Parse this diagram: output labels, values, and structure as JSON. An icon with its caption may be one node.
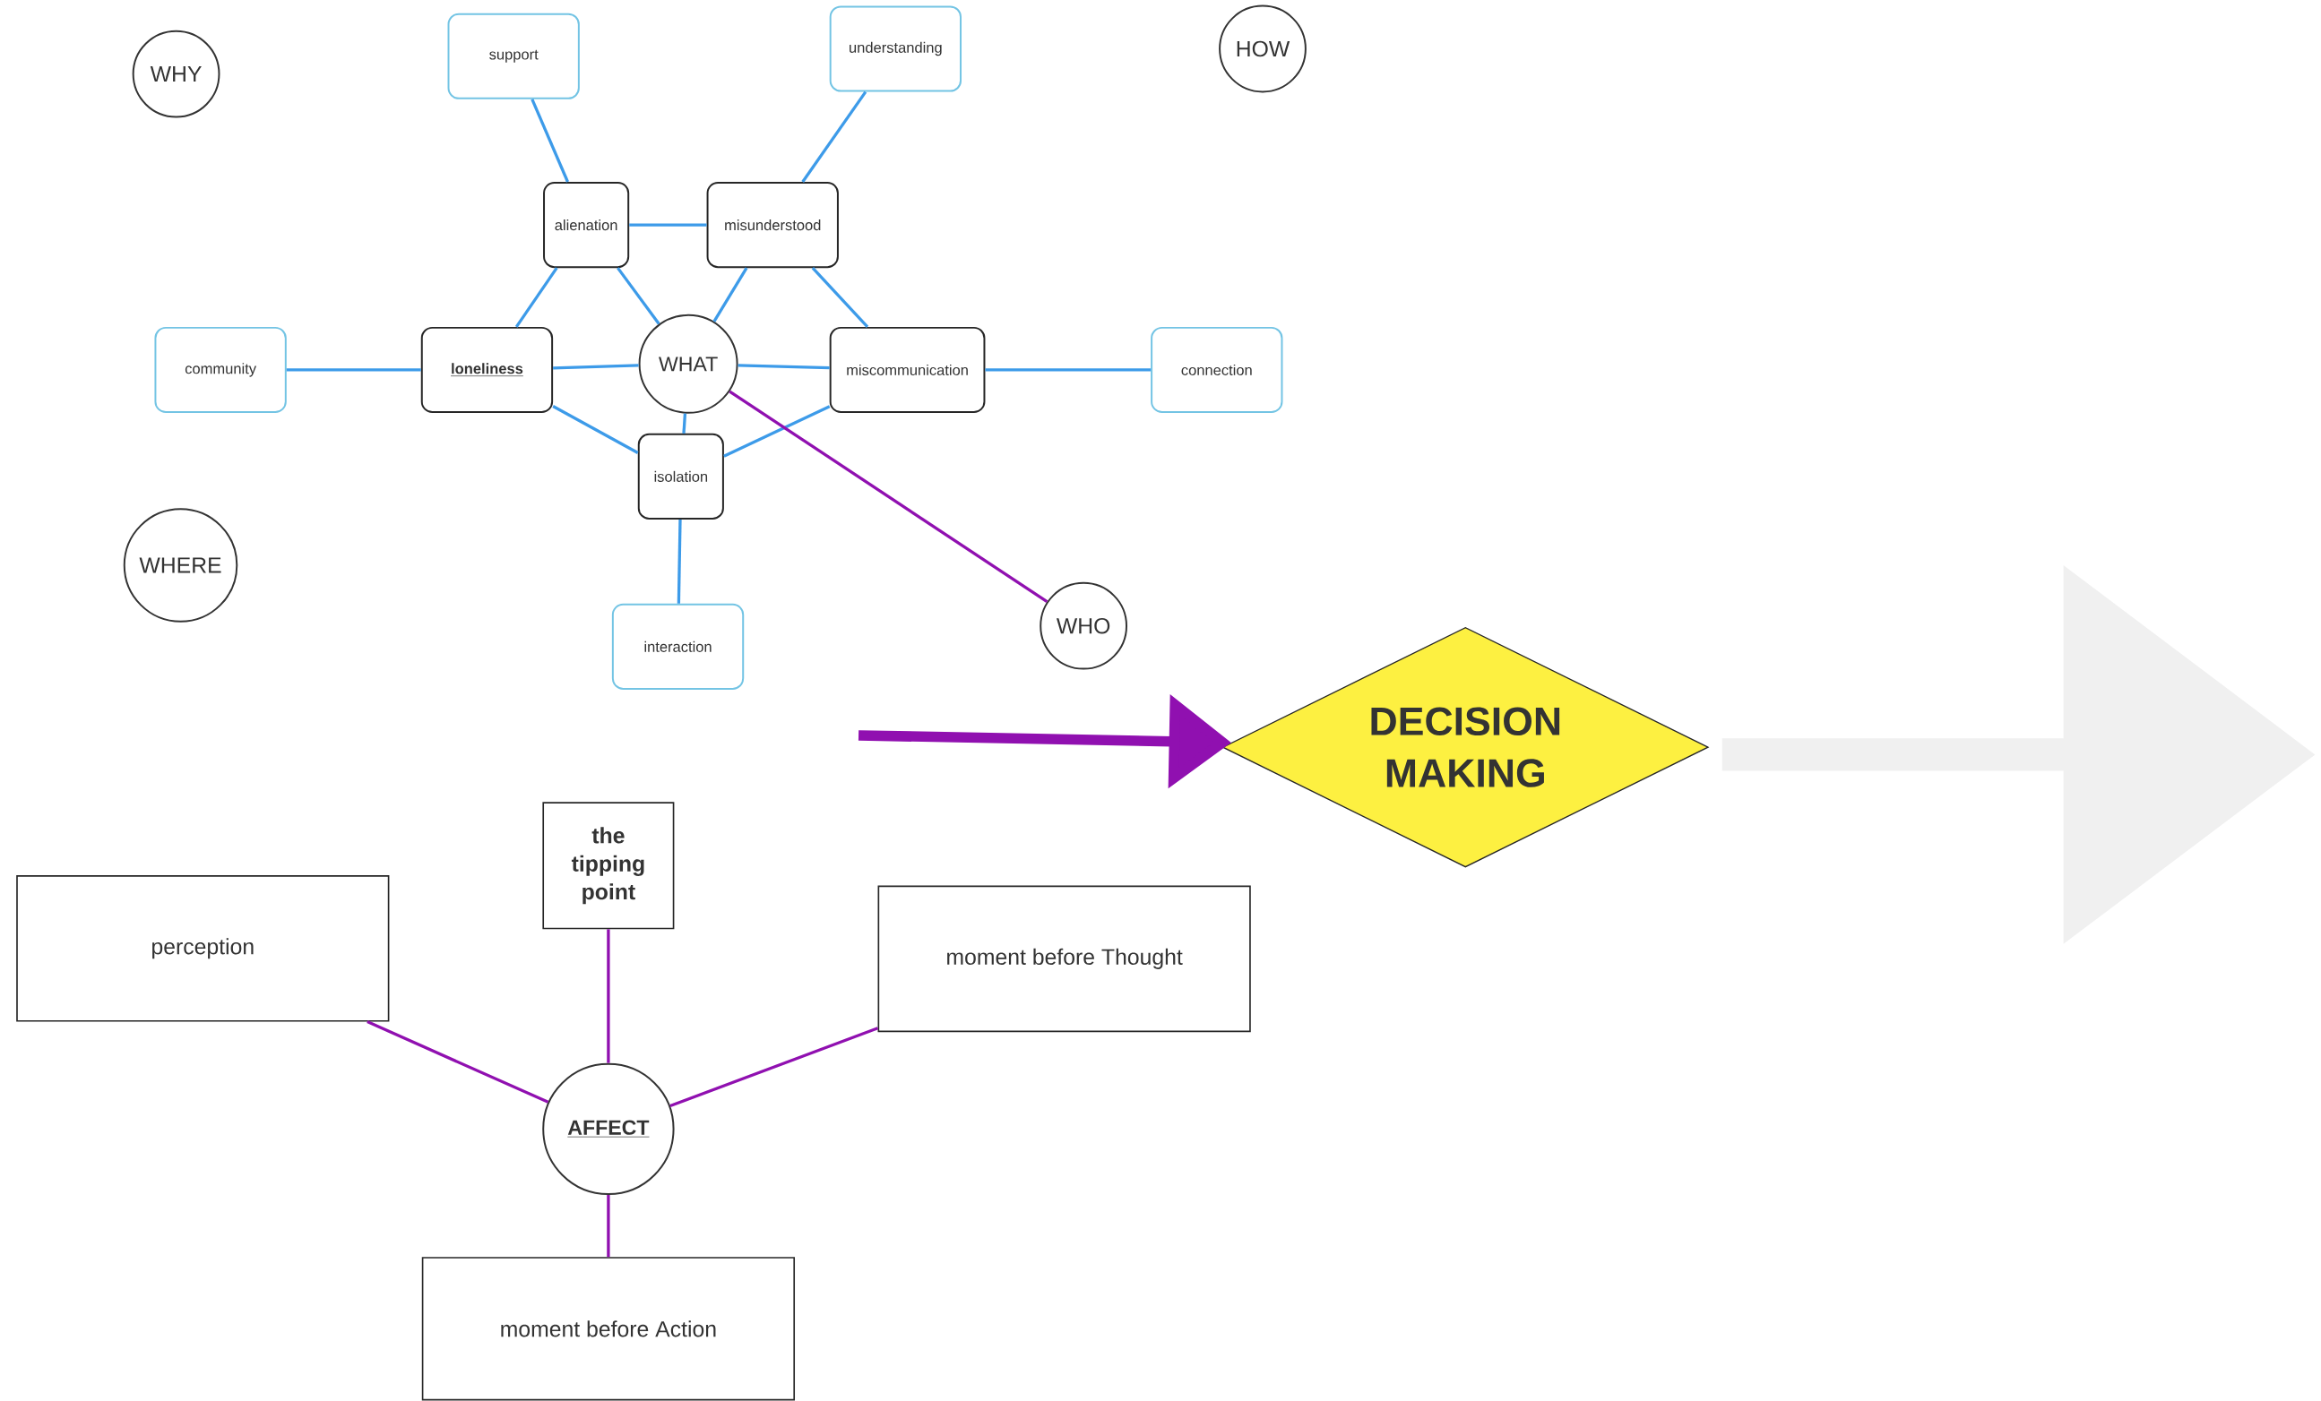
{
  "diagram": {
    "nodes": [
      {
        "text": [
          "WHY"
        ]
      },
      {
        "text": [
          "support"
        ]
      },
      {
        "text": [
          "understanding"
        ]
      },
      {
        "text": [
          "HOW"
        ]
      },
      {
        "text": [
          "alienation"
        ]
      },
      {
        "text": [
          "misunderstood"
        ]
      },
      {
        "text": [
          "community"
        ]
      },
      {
        "text": [
          "loneliness"
        ]
      },
      {
        "text": [
          "WHAT"
        ]
      },
      {
        "text": [
          "miscommunication"
        ]
      },
      {
        "text": [
          "connection"
        ]
      },
      {
        "text": [
          "isolation"
        ]
      },
      {
        "text": [
          "WHERE"
        ]
      },
      {
        "text": [
          "interaction"
        ]
      },
      {
        "text": [
          "WHO"
        ]
      },
      {
        "text": [
          "DECISION MAKING"
        ]
      },
      {
        "text": [
          "the tipping point"
        ]
      },
      {
        "text": [
          "perception"
        ]
      },
      {
        "text": [
          "moment before Thought"
        ]
      },
      {
        "text": [
          "AFFECT"
        ]
      },
      {
        "text": [
          "moment before Action"
        ]
      }
    ],
    "edges": [
      {
        "from": 1,
        "to": 4,
        "arrow": "none"
      },
      {
        "from": 2,
        "to": 5,
        "arrow": "none"
      },
      {
        "from": 4,
        "to": 5,
        "arrow": "none"
      },
      {
        "from": 4,
        "to": 7,
        "arrow": "none"
      },
      {
        "from": 4,
        "to": 8,
        "arrow": "none"
      },
      {
        "from": 5,
        "to": 8,
        "arrow": "none"
      },
      {
        "from": 5,
        "to": 9,
        "arrow": "none"
      },
      {
        "from": 6,
        "to": 7,
        "arrow": "none"
      },
      {
        "from": 7,
        "to": 8,
        "arrow": "none"
      },
      {
        "from": 7,
        "to": 11,
        "arrow": "none"
      },
      {
        "from": 8,
        "to": 9,
        "arrow": "none"
      },
      {
        "from": 8,
        "to": 11,
        "arrow": "none"
      },
      {
        "from": 9,
        "to": 11,
        "arrow": "none"
      },
      {
        "from": 9,
        "to": 10,
        "arrow": "none"
      },
      {
        "from": 11,
        "to": 13,
        "arrow": "none"
      },
      {
        "from": 8,
        "to": 14,
        "arrow": "none",
        "color": "#9010b0"
      },
      {
        "from": null,
        "to": 15,
        "arrow": "to",
        "style": "thick",
        "color": "#9010b0"
      },
      {
        "from": 19,
        "to": 17,
        "arrow": "none",
        "color": "#9010b0"
      },
      {
        "from": 19,
        "to": 16,
        "arrow": "none",
        "color": "#9010b0"
      },
      {
        "from": 19,
        "to": 18,
        "arrow": "none",
        "color": "#9010b0"
      },
      {
        "from": 19,
        "to": 20,
        "arrow": "none",
        "color": "#9010b0"
      },
      {
        "from": 15,
        "to": null,
        "arrow": "to",
        "style": "thick",
        "color": "#f0f0f0"
      }
    ]
  }
}
